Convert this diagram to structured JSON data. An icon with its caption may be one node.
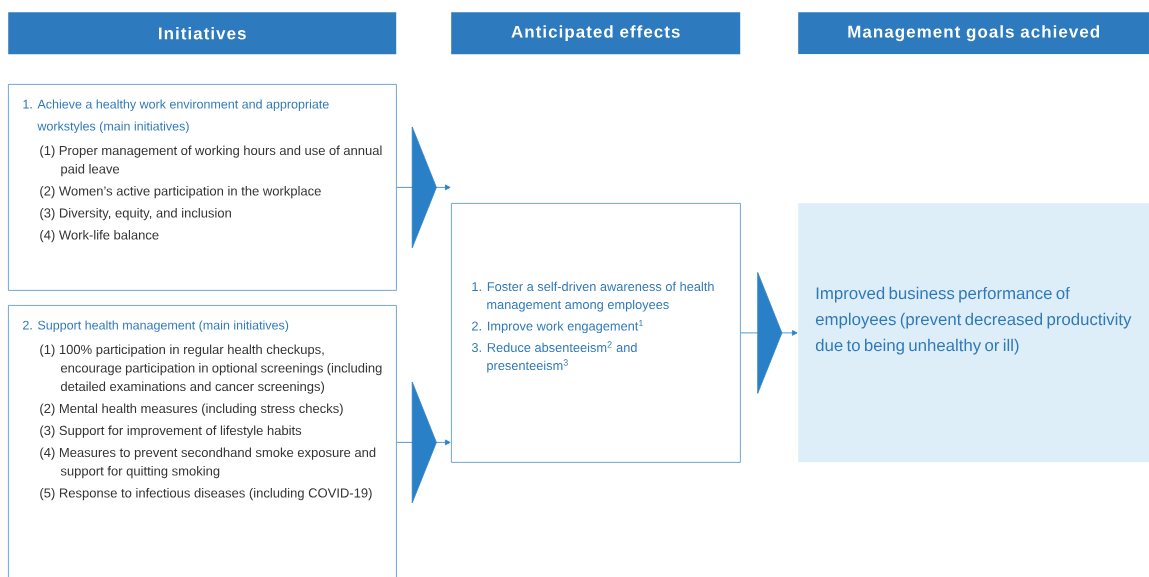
{
  "diagram": {
    "nodes": [
      {
        "text": [
          "Initiatives"
        ]
      },
      {
        "text": [
          "Anticipated effects"
        ]
      },
      {
        "text": [
          "Management goals achieved"
        ]
      },
      {
        "text": [
          "1. Achieve a healthy work environment and appropriate workstyles (main initiatives)",
          "(1) Proper management of working hours and use of annual paid leave",
          "(2) Women’s active participation in the workplace",
          "(3) Diversity, equity, and inclusion",
          "(4) Work-life balance"
        ]
      },
      {
        "text": [
          "2. Support health management (main initiatives)",
          "(1) 100% participation in regular health checkups, encourage participation in optional screenings (including detailed examinations and cancer screenings)",
          "(2) Mental health measures (including stress checks)",
          "(3) Support for improvement of lifestyle habits",
          "(4) Measures to prevent secondhand smoke exposure and support for quitting smoking",
          "(5) Response to infectious diseases (including COVID-19)"
        ]
      },
      {
        "text": [
          "1. Foster a self-driven awareness of health management among employees",
          "2. Improve work engagement$^{1}$",
          "3. Reduce absenteeism$^{2}$ and presenteeism$^{3}$"
        ]
      },
      {
        "text": [
          "Improved business performance of employees (prevent decreased productivity due to being unhealthy or ill)"
        ]
      }
    ],
    "edges": [
      {
        "from": 3,
        "to": 5,
        "arrow": "to"
      },
      {
        "from": 4,
        "to": 5,
        "arrow": "to"
      },
      {
        "from": 5,
        "to": 6,
        "arrow": "to"
      }
    ]
  }
}
